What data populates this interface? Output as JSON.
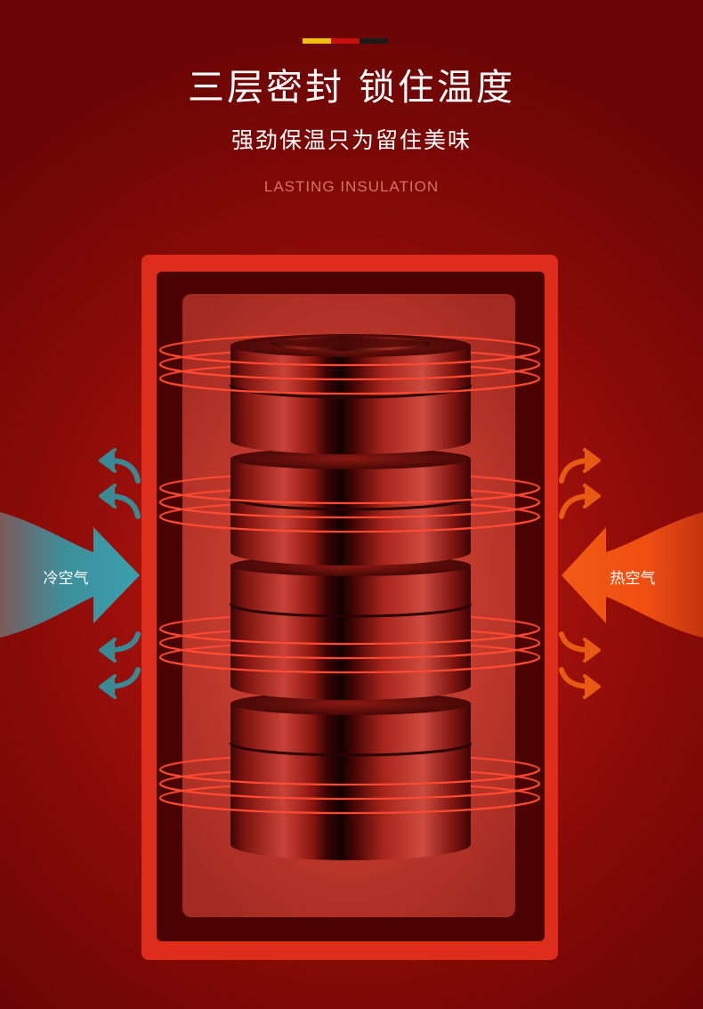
{
  "heading": {
    "title": "三层密封 锁住温度",
    "subtitle": "强劲保温只为留住美味",
    "tagline": "LASTING INSULATION"
  },
  "flag_colors": [
    "#f2c10e",
    "#c8100c",
    "#1a1a1a"
  ],
  "labels": {
    "cold_air": "冷空气",
    "hot_air": "热空气"
  },
  "colors": {
    "cold_arrow": "#3d96a3",
    "hot_arrow": "#ee4a12",
    "frame": "#de2d1b",
    "ring": "#ff4a32"
  },
  "icons": [
    "cold-air-arrow-icon",
    "hot-air-arrow-icon",
    "insulation-ring-icon",
    "food-container-stack-icon"
  ]
}
